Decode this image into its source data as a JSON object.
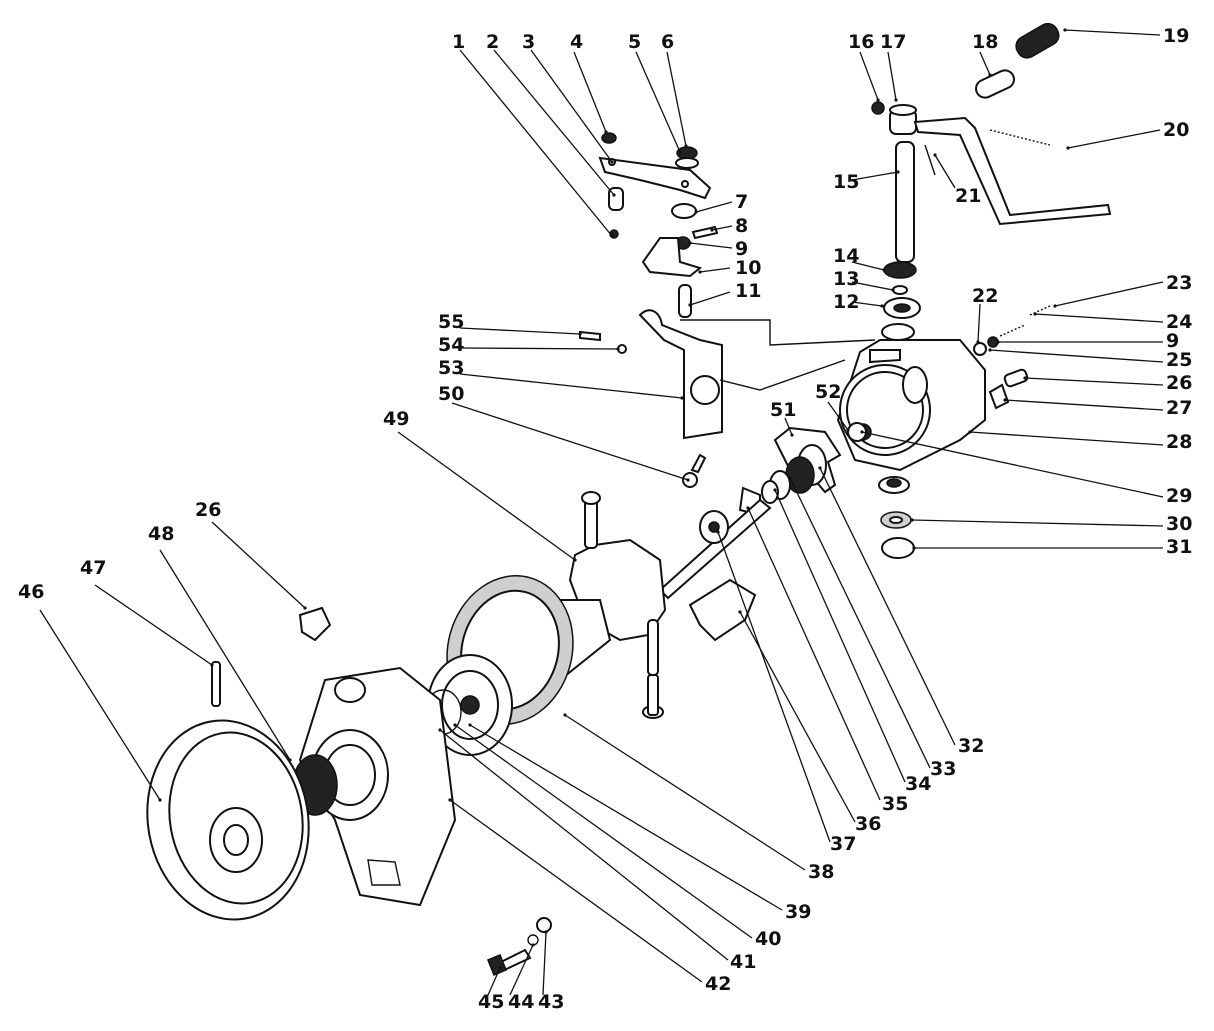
{
  "diagram": {
    "labels": [
      {
        "id": "1",
        "text": "1"
      },
      {
        "id": "2",
        "text": "2"
      },
      {
        "id": "3",
        "text": "3"
      },
      {
        "id": "4",
        "text": "4"
      },
      {
        "id": "5",
        "text": "5"
      },
      {
        "id": "6",
        "text": "6"
      },
      {
        "id": "7",
        "text": "7"
      },
      {
        "id": "8",
        "text": "8"
      },
      {
        "id": "9a",
        "text": "9"
      },
      {
        "id": "10",
        "text": "10"
      },
      {
        "id": "11",
        "text": "11"
      },
      {
        "id": "12",
        "text": "12"
      },
      {
        "id": "13",
        "text": "13"
      },
      {
        "id": "14",
        "text": "14"
      },
      {
        "id": "15",
        "text": "15"
      },
      {
        "id": "16",
        "text": "16"
      },
      {
        "id": "17",
        "text": "17"
      },
      {
        "id": "18",
        "text": "18"
      },
      {
        "id": "19",
        "text": "19"
      },
      {
        "id": "20",
        "text": "20"
      },
      {
        "id": "21",
        "text": "21"
      },
      {
        "id": "22",
        "text": "22"
      },
      {
        "id": "23",
        "text": "23"
      },
      {
        "id": "24",
        "text": "24"
      },
      {
        "id": "9b",
        "text": "9"
      },
      {
        "id": "25",
        "text": "25"
      },
      {
        "id": "26a",
        "text": "26"
      },
      {
        "id": "27",
        "text": "27"
      },
      {
        "id": "28",
        "text": "28"
      },
      {
        "id": "29",
        "text": "29"
      },
      {
        "id": "30",
        "text": "30"
      },
      {
        "id": "31",
        "text": "31"
      },
      {
        "id": "32",
        "text": "32"
      },
      {
        "id": "33",
        "text": "33"
      },
      {
        "id": "34",
        "text": "34"
      },
      {
        "id": "35",
        "text": "35"
      },
      {
        "id": "36",
        "text": "36"
      },
      {
        "id": "37",
        "text": "37"
      },
      {
        "id": "38",
        "text": "38"
      },
      {
        "id": "39",
        "text": "39"
      },
      {
        "id": "40",
        "text": "40"
      },
      {
        "id": "41",
        "text": "41"
      },
      {
        "id": "42",
        "text": "42"
      },
      {
        "id": "43",
        "text": "43"
      },
      {
        "id": "44",
        "text": "44"
      },
      {
        "id": "45",
        "text": "45"
      },
      {
        "id": "46",
        "text": "46"
      },
      {
        "id": "47",
        "text": "47"
      },
      {
        "id": "48",
        "text": "48"
      },
      {
        "id": "26b",
        "text": "26"
      },
      {
        "id": "49",
        "text": "49"
      },
      {
        "id": "50",
        "text": "50"
      },
      {
        "id": "51",
        "text": "51"
      },
      {
        "id": "52",
        "text": "52"
      },
      {
        "id": "53",
        "text": "53"
      },
      {
        "id": "54",
        "text": "54"
      },
      {
        "id": "55",
        "text": "55"
      }
    ]
  }
}
